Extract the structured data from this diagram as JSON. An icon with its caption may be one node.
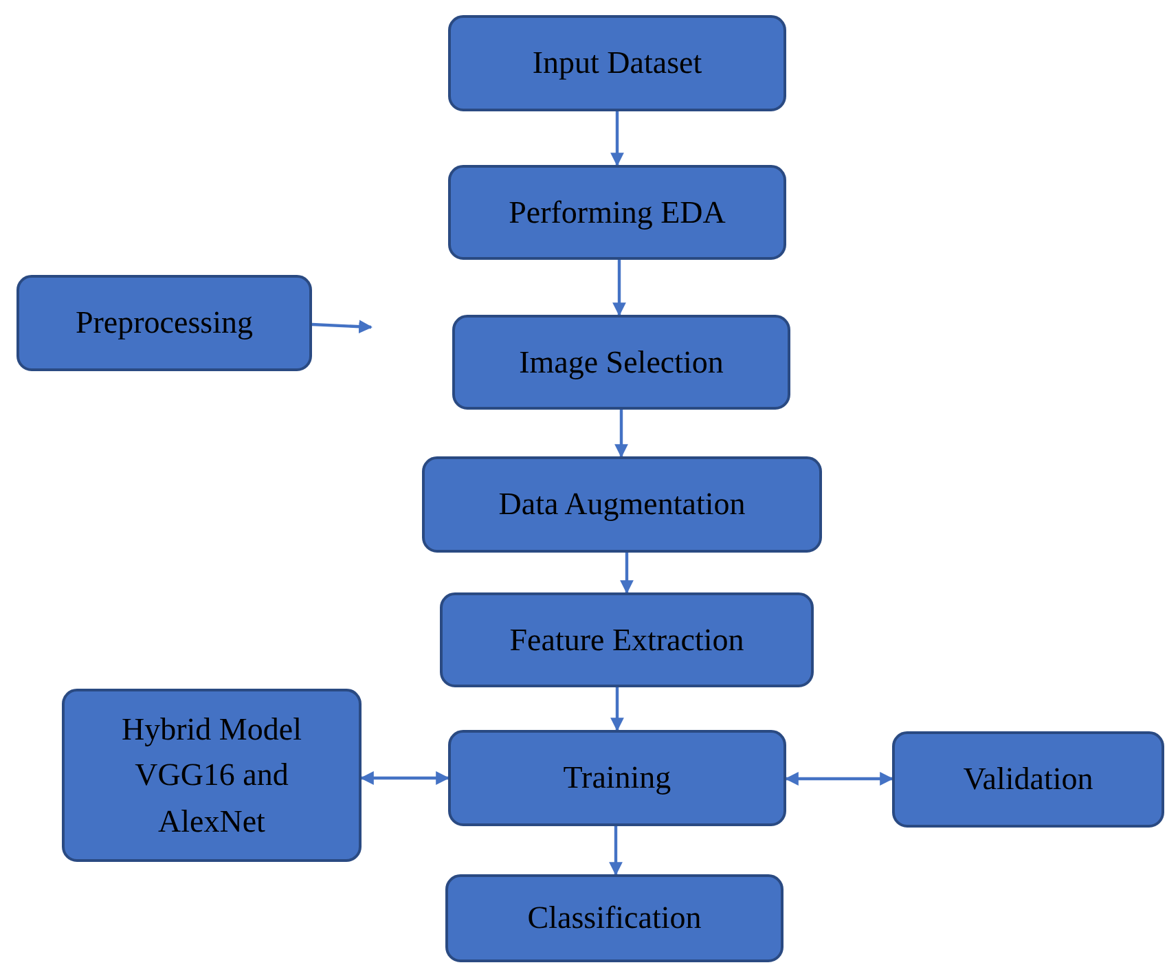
{
  "diagram": {
    "nodes": [
      {
        "text": [
          "Input Dataset"
        ]
      },
      {
        "text": [
          "Performing EDA"
        ]
      },
      {
        "text": [
          "Preprocessing"
        ]
      },
      {
        "text": [
          "Image Selection"
        ]
      },
      {
        "text": [
          "Data Augmentation"
        ]
      },
      {
        "text": [
          "Feature Extraction"
        ]
      },
      {
        "text": [
          "Hybrid Model VGG16 and AlexNet"
        ]
      },
      {
        "text": [
          "Training"
        ]
      },
      {
        "text": [
          "Validation"
        ]
      },
      {
        "text": [
          "Classification"
        ]
      }
    ],
    "edges": [
      {
        "from": 0,
        "to": 1,
        "arrow": "to"
      },
      {
        "from": 1,
        "to": 3,
        "arrow": "to"
      },
      {
        "from": 2,
        "to": null,
        "arrow": "to"
      },
      {
        "from": 3,
        "to": 4,
        "arrow": "to"
      },
      {
        "from": 4,
        "to": 5,
        "arrow": "to"
      },
      {
        "from": 5,
        "to": 7,
        "arrow": "to"
      },
      {
        "from": 6,
        "to": 7,
        "arrow": "both"
      },
      {
        "from": 7,
        "to": 8,
        "arrow": "both"
      },
      {
        "from": 7,
        "to": 9,
        "arrow": "to"
      }
    ]
  }
}
